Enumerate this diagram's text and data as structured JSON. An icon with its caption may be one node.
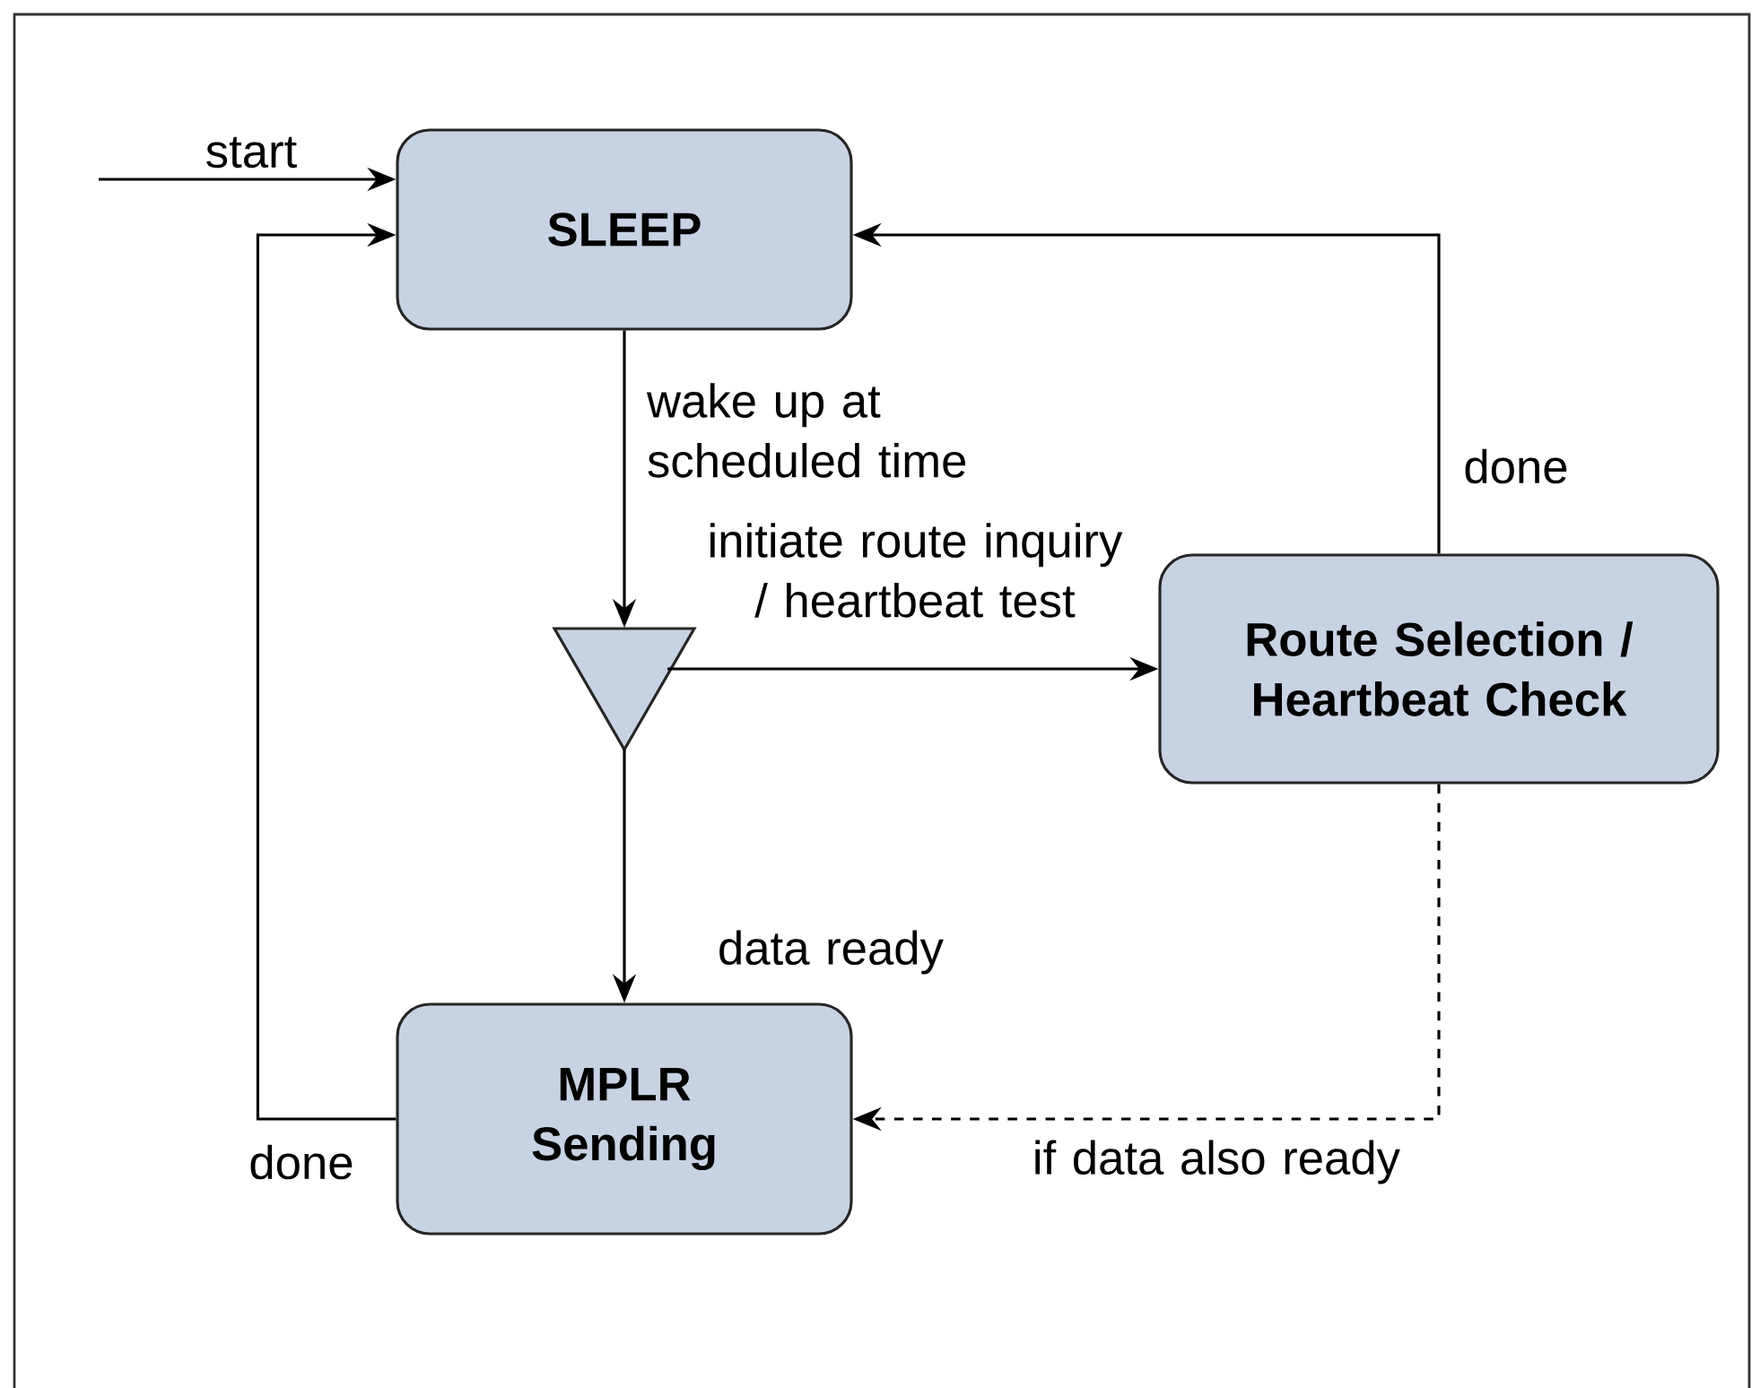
{
  "diagram": {
    "nodes": [
      {
        "text": [
          "SLEEP"
        ]
      },
      {
        "text": [],
        "shape": "triangle"
      },
      {
        "text": [
          "Route Selection / Heartbeat Check"
        ]
      },
      {
        "text": [
          "MPLR Sending"
        ]
      }
    ],
    "edges": [
      {
        "from": null,
        "to": 0,
        "arrow": "to",
        "label": "start"
      },
      {
        "from": 3,
        "to": 0,
        "arrow": "to",
        "label": "done"
      },
      {
        "from": 0,
        "to": 1,
        "arrow": "to",
        "label": "wake up at scheduled time"
      },
      {
        "from": 1,
        "to": 2,
        "arrow": "to",
        "label": "initiate route inquiry / heartbeat test"
      },
      {
        "from": 1,
        "to": 3,
        "arrow": "to",
        "label": "data ready"
      },
      {
        "from": 2,
        "to": 0,
        "arrow": "to",
        "label": "done"
      },
      {
        "from": 2,
        "to": 3,
        "arrow": "to",
        "label": "if data also ready",
        "style": "dashed"
      }
    ]
  }
}
